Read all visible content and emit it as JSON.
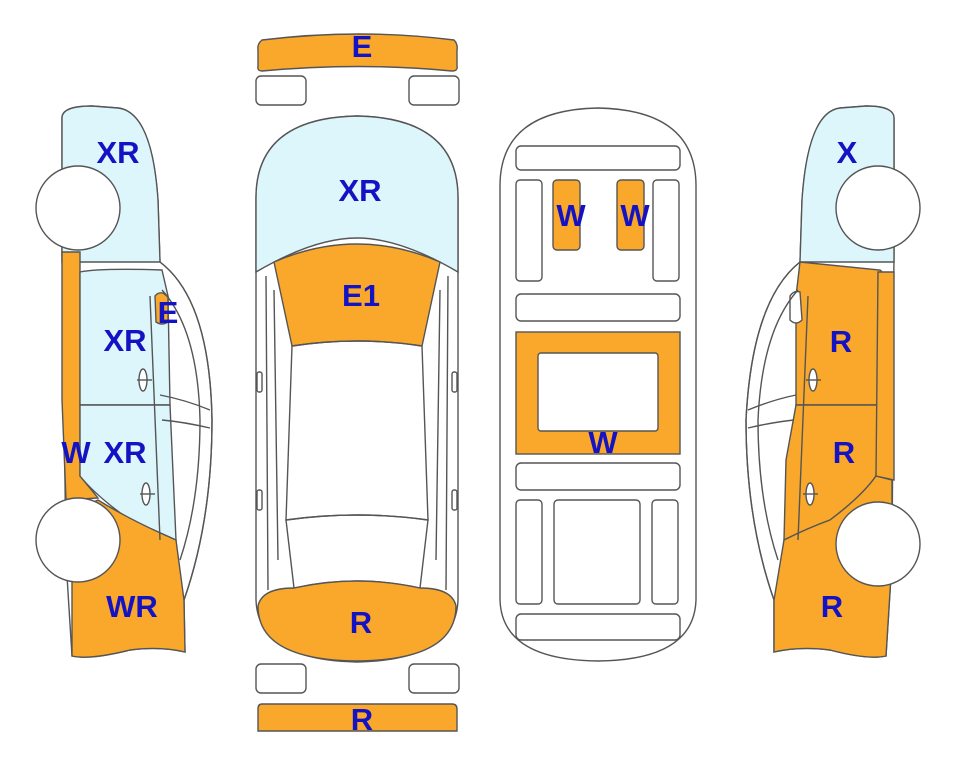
{
  "colors": {
    "repair": "#f9a82b",
    "replace": "#ddf6fc",
    "outline": "#555555",
    "label": "#1413c4",
    "background": "#ffffff"
  },
  "views": {
    "front_bumper": {
      "codes": [
        "E"
      ]
    },
    "top": {
      "codes": [
        "XR",
        "E1",
        "R"
      ]
    },
    "rear_bumper": {
      "codes": [
        "R"
      ]
    },
    "interior": {
      "codes": [
        "W",
        "W",
        "W"
      ]
    },
    "left_side": {
      "codes": [
        "XR",
        "E",
        "XR",
        "W",
        "XR",
        "WR"
      ]
    },
    "right_side": {
      "codes": [
        "X",
        "R",
        "R",
        "R"
      ]
    }
  }
}
